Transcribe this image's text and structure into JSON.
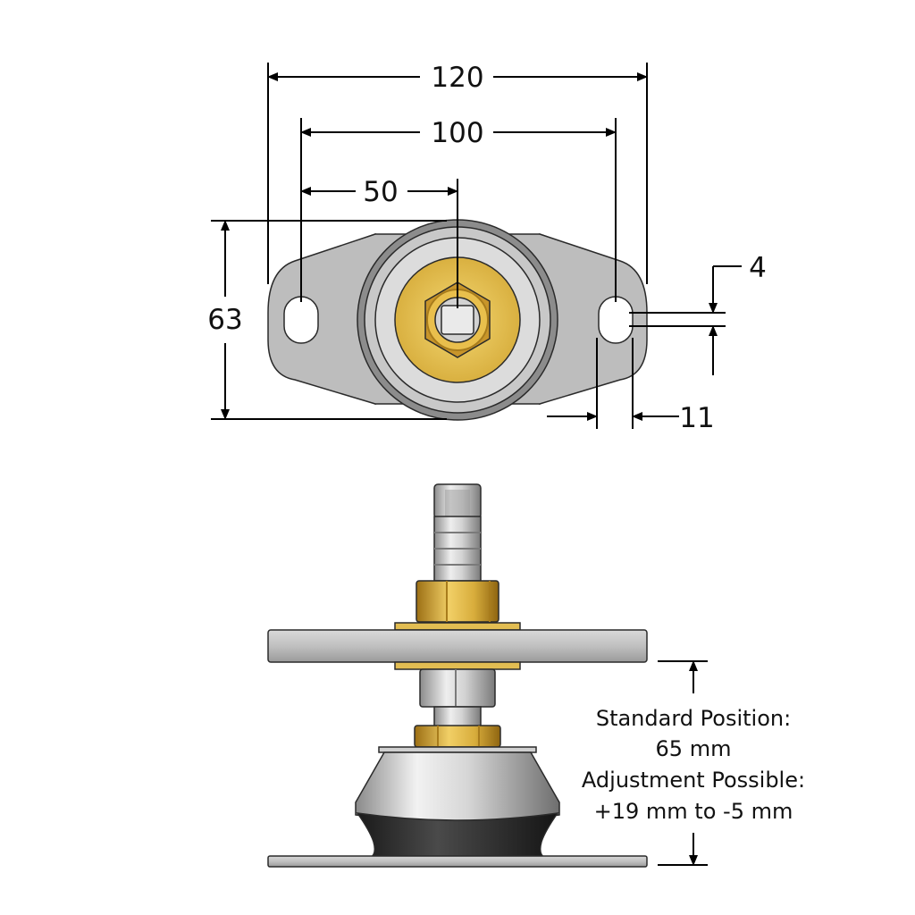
{
  "dimensions": {
    "overall_width": "120",
    "hole_spacing": "100",
    "half_spacing": "50",
    "height": "63",
    "slot_width": "4",
    "slot_length": "11"
  },
  "note": {
    "line1": "Standard Position:",
    "line2": "65 mm",
    "line3": "Adjustment Possible:",
    "line4": "+19 mm to -5 mm"
  },
  "colors": {
    "steel": "#c4c4c4",
    "steel_dark": "#8a8a8a",
    "brass": "#e2bd52",
    "brass_dark": "#a87c1c",
    "rubber": "#2b2b2b"
  }
}
